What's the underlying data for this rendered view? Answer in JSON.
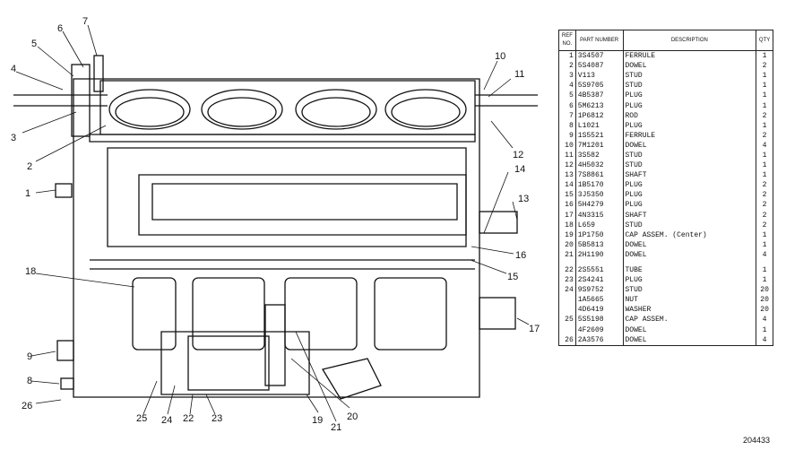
{
  "callouts": [
    "1",
    "2",
    "3",
    "4",
    "5",
    "6",
    "7",
    "8",
    "9",
    "10",
    "11",
    "12",
    "13",
    "14",
    "15",
    "16",
    "17",
    "18",
    "19",
    "20",
    "21",
    "22",
    "23",
    "24",
    "25",
    "26"
  ],
  "table": {
    "headers": {
      "ref": "REF NO.",
      "part": "PART NUMBER",
      "desc": "DESCRIPTION",
      "qty": "QTY"
    },
    "rows": [
      {
        "ref": "1",
        "part": "3S4507",
        "desc": "FERRULE",
        "qty": "1"
      },
      {
        "ref": "2",
        "part": "5S4087",
        "desc": "DOWEL",
        "qty": "2"
      },
      {
        "ref": "3",
        "part": "V113",
        "desc": "STUD",
        "qty": "1"
      },
      {
        "ref": "4",
        "part": "5S9705",
        "desc": "STUD",
        "qty": "1"
      },
      {
        "ref": "5",
        "part": "4B5387",
        "desc": "PLUG",
        "qty": "1"
      },
      {
        "ref": "6",
        "part": "5M6213",
        "desc": "PLUG",
        "qty": "1"
      },
      {
        "ref": "7",
        "part": "1P6812",
        "desc": "ROD",
        "qty": "2"
      },
      {
        "ref": "8",
        "part": "L1021",
        "desc": "PLUG",
        "qty": "1"
      },
      {
        "ref": "9",
        "part": "1S5521",
        "desc": "FERRULE",
        "qty": "2"
      },
      {
        "ref": "10",
        "part": "7M1201",
        "desc": "DOWEL",
        "qty": "4"
      },
      {
        "ref": "11",
        "part": "3S582",
        "desc": "STUD",
        "qty": "1"
      },
      {
        "ref": "12",
        "part": "4H5032",
        "desc": "STUD",
        "qty": "1"
      },
      {
        "ref": "13",
        "part": "7S8861",
        "desc": "SHAFT",
        "qty": "1"
      },
      {
        "ref": "14",
        "part": "1B5170",
        "desc": "PLUG",
        "qty": "2"
      },
      {
        "ref": "15",
        "part": "3J5350",
        "desc": "PLUG",
        "qty": "2"
      },
      {
        "ref": "16",
        "part": "5H4279",
        "desc": "PLUG",
        "qty": "2"
      },
      {
        "ref": "17",
        "part": "4N3315",
        "desc": "SHAFT",
        "qty": "2"
      },
      {
        "ref": "18",
        "part": "L659",
        "desc": "STUD",
        "qty": "2"
      },
      {
        "ref": "19",
        "part": "1P1750",
        "desc": "CAP ASSEM. (Center)",
        "qty": "1"
      },
      {
        "ref": "20",
        "part": "5B5813",
        "desc": "DOWEL",
        "qty": "1"
      },
      {
        "ref": "21",
        "part": "2H1190",
        "desc": "DOWEL",
        "qty": "4"
      },
      {
        "ref": "22",
        "part": "2S5551",
        "desc": "TUBE",
        "qty": "1"
      },
      {
        "ref": "23",
        "part": "2S4241",
        "desc": "PLUG",
        "qty": "1"
      },
      {
        "ref": "24",
        "part": "9S9752",
        "desc": "STUD",
        "qty": "20"
      },
      {
        "ref": "",
        "part": "1A5665",
        "desc": "NUT",
        "qty": "20"
      },
      {
        "ref": "",
        "part": "4D6419",
        "desc": "WASHER",
        "qty": "20"
      },
      {
        "ref": "25",
        "part": "5S5198",
        "desc": "CAP ASSEM.",
        "qty": "4"
      },
      {
        "ref": "",
        "part": "4F2609",
        "desc": "DOWEL",
        "qty": "1"
      },
      {
        "ref": "26",
        "part": "2A3576",
        "desc": "DOWEL",
        "qty": "4"
      }
    ]
  },
  "figure_number": "204433"
}
